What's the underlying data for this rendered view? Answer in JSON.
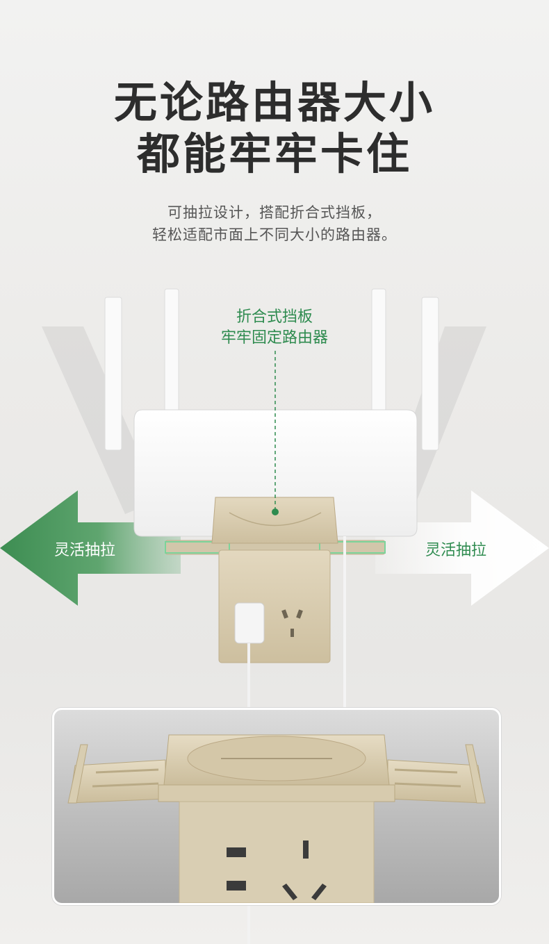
{
  "headline": {
    "line1": "无论路由器大小",
    "line2": "都能牢牢卡住"
  },
  "subtitle": {
    "line1": "可抽拉设计，搭配折合式挡板，",
    "line2": "轻松适配市面上不同大小的路由器。"
  },
  "callout": {
    "line1": "折合式挡板",
    "line2": "牢牢固定路由器"
  },
  "arrows": {
    "left_label": "灵活抽拉",
    "right_label": "灵活抽拉"
  },
  "colors": {
    "accent_green": "#2e8b4f",
    "left_arrow": "#3f8f55",
    "panel_champagne": "#d9ccaf",
    "router_white": "#f7f7f7",
    "headline_text": "#2d2d2d"
  }
}
